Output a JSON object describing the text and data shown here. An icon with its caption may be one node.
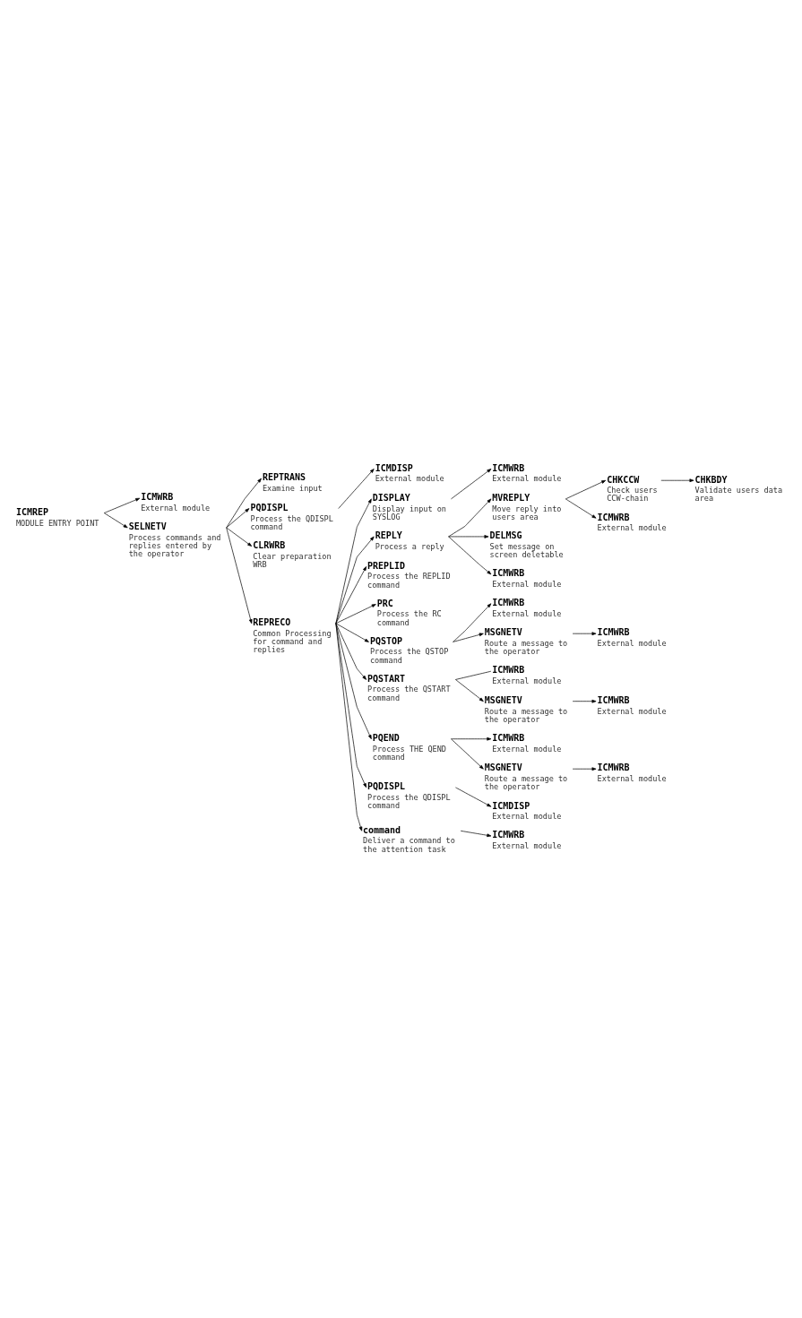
{
  "diagram": {
    "nodes": [
      {
        "text": [
          "ICMREP"
        ],
        "beside": [
          "MODULE ENTRY POINT"
        ]
      },
      {
        "text": [
          "ICMWRB"
        ],
        "beside": [
          "External module"
        ]
      },
      {
        "text": [
          "SELNETV"
        ],
        "beside": [
          "Process commands and replies entered by the operator"
        ]
      },
      {
        "text": [
          "REPTRANS"
        ],
        "beside": [
          "Examine input"
        ]
      },
      {
        "text": [
          "PQDISPL"
        ],
        "beside": [
          "Process the QDISPL command"
        ]
      },
      {
        "text": [
          "ICMDISP"
        ],
        "beside": [
          "External module"
        ]
      },
      {
        "text": [
          "CLRWRB"
        ],
        "beside": [
          "Clear preparation WRB"
        ]
      },
      {
        "text": [
          "REPRECO"
        ],
        "beside": [
          "Common Processing for command and replies"
        ]
      },
      {
        "text": [
          "DISPLAY"
        ],
        "beside": [
          "Display input on SYSLOG"
        ]
      },
      {
        "text": [
          "ICMWRB"
        ],
        "beside": [
          "External module"
        ]
      },
      {
        "text": [
          "REPLY"
        ],
        "beside": [
          "Process a reply"
        ]
      },
      {
        "text": [
          "MVREPLY"
        ],
        "beside": [
          "Move reply into users area"
        ]
      },
      {
        "text": [
          "CHKCCW"
        ],
        "beside": [
          "Check users CCW-chain"
        ]
      },
      {
        "text": [
          "CHKBDY"
        ],
        "beside": [
          "Validate users data area"
        ]
      },
      {
        "text": [
          "ICMWRB"
        ],
        "beside": [
          "External module"
        ]
      },
      {
        "text": [
          "DELMSG"
        ],
        "beside": [
          "Set message on screen deletable"
        ]
      },
      {
        "text": [
          "ICMWRB"
        ],
        "beside": [
          "External module"
        ]
      },
      {
        "text": [
          "PREPLID"
        ],
        "beside": [
          "Process the REPLID command"
        ]
      },
      {
        "text": [
          "PRC"
        ],
        "beside": [
          "Process the RC command"
        ]
      },
      {
        "text": [
          "PQSTOP"
        ],
        "beside": [
          "Process the QSTOP command"
        ]
      },
      {
        "text": [
          "ICMWRB"
        ],
        "beside": [
          "External module"
        ]
      },
      {
        "text": [
          "MSGNETV"
        ],
        "beside": [
          "Route a message to the operator"
        ]
      },
      {
        "text": [
          "ICMWRB"
        ],
        "beside": [
          "External module"
        ]
      },
      {
        "text": [
          "PQSTART"
        ],
        "beside": [
          "Process the QSTART command"
        ]
      },
      {
        "text": [
          "ICMWRB"
        ],
        "beside": [
          "External module"
        ]
      },
      {
        "text": [
          "MSGNETV"
        ],
        "beside": [
          "Route a message to the operator"
        ]
      },
      {
        "text": [
          "ICMWRB"
        ],
        "beside": [
          "External module"
        ]
      },
      {
        "text": [
          "PQEND"
        ],
        "beside": [
          "Process THE QEND command"
        ]
      },
      {
        "text": [
          "ICMWRB"
        ],
        "beside": [
          "External module"
        ]
      },
      {
        "text": [
          "MSGNETV"
        ],
        "beside": [
          "Route a message to the operator"
        ]
      },
      {
        "text": [
          "ICMWRB"
        ],
        "beside": [
          "External module"
        ]
      },
      {
        "text": [
          "PQDISPL"
        ],
        "beside": [
          "Process the QDISPL command"
        ]
      },
      {
        "text": [
          "ICMDISP"
        ],
        "beside": [
          "External module"
        ]
      },
      {
        "text": [
          "command"
        ],
        "beside": [
          "Deliver a command to the attention task"
        ]
      },
      {
        "text": [
          "ICMWRB"
        ],
        "beside": [
          "External module"
        ]
      }
    ],
    "edges": [
      {
        "from": 0,
        "to": 1,
        "arrow": "to"
      },
      {
        "from": 0,
        "to": 2,
        "arrow": "to"
      },
      {
        "from": 2,
        "to": 3,
        "arrow": "to"
      },
      {
        "from": 2,
        "to": 4,
        "arrow": "to"
      },
      {
        "from": 4,
        "to": 5,
        "arrow": "to"
      },
      {
        "from": 2,
        "to": 6,
        "arrow": "to"
      },
      {
        "from": 2,
        "to": 7,
        "arrow": "to"
      },
      {
        "from": 7,
        "to": 8,
        "arrow": "to"
      },
      {
        "from": 8,
        "to": 9,
        "arrow": "to"
      },
      {
        "from": 7,
        "to": 10,
        "arrow": "to"
      },
      {
        "from": 10,
        "to": 11,
        "arrow": "to"
      },
      {
        "from": 11,
        "to": 12,
        "arrow": "to"
      },
      {
        "from": 12,
        "to": 13,
        "arrow": "to"
      },
      {
        "from": 11,
        "to": 14,
        "arrow": "to"
      },
      {
        "from": 10,
        "to": 15,
        "arrow": "to"
      },
      {
        "from": 10,
        "to": 16,
        "arrow": "to"
      },
      {
        "from": 7,
        "to": 17,
        "arrow": "to"
      },
      {
        "from": 7,
        "to": 18,
        "arrow": "to"
      },
      {
        "from": 7,
        "to": 19,
        "arrow": "to"
      },
      {
        "from": 19,
        "to": 20,
        "arrow": "to"
      },
      {
        "from": 19,
        "to": 21,
        "arrow": "to"
      },
      {
        "from": 21,
        "to": 22,
        "arrow": "to"
      },
      {
        "from": 7,
        "to": 23,
        "arrow": "to"
      },
      {
        "from": 23,
        "to": 24,
        "arrow": "none"
      },
      {
        "from": 23,
        "to": 25,
        "arrow": "to"
      },
      {
        "from": 25,
        "to": 26,
        "arrow": "to"
      },
      {
        "from": 7,
        "to": 27,
        "arrow": "to"
      },
      {
        "from": 27,
        "to": 28,
        "arrow": "to"
      },
      {
        "from": 27,
        "to": 29,
        "arrow": "to"
      },
      {
        "from": 29,
        "to": 30,
        "arrow": "to"
      },
      {
        "from": 7,
        "to": 31,
        "arrow": "to"
      },
      {
        "from": 31,
        "to": 32,
        "arrow": "to"
      },
      {
        "from": 7,
        "to": 33,
        "arrow": "to"
      },
      {
        "from": 33,
        "to": 34,
        "arrow": "to"
      }
    ]
  }
}
